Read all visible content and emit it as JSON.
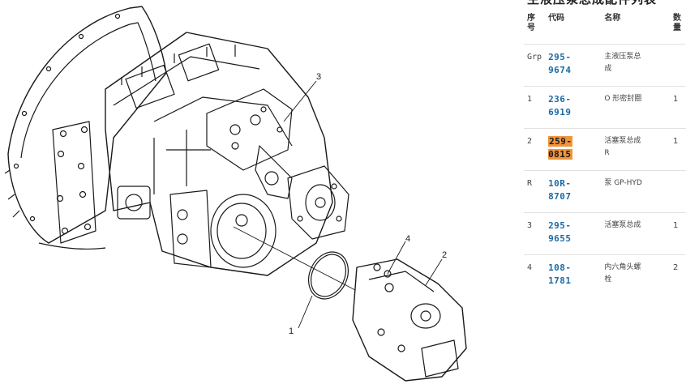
{
  "panel": {
    "title": "主液压泵总成配件列表"
  },
  "table": {
    "headers": {
      "seq": "序号",
      "code": "代码",
      "name": "名称",
      "qty": "数量"
    },
    "rows": [
      {
        "seq": "Grp",
        "code_a": "295-",
        "code_b": "9674",
        "name_a": "主液压泵总",
        "name_b": "成",
        "qty": "",
        "highlight": false
      },
      {
        "seq": "1",
        "code_a": "236-",
        "code_b": "6919",
        "name_a": "O 形密封圈",
        "name_b": "",
        "qty": "1",
        "highlight": false
      },
      {
        "seq": "2",
        "code_a": "259-",
        "code_b": "0815",
        "name_a": "活塞泵总成",
        "name_b": "R",
        "qty": "1",
        "highlight": true
      },
      {
        "seq": "R",
        "code_a": "10R-",
        "code_b": "8707",
        "name_a": "泵 GP-HYD",
        "name_b": "",
        "qty": "",
        "highlight": false
      },
      {
        "seq": "3",
        "code_a": "295-",
        "code_b": "9655",
        "name_a": "活塞泵总成",
        "name_b": "",
        "qty": "1",
        "highlight": false
      },
      {
        "seq": "4",
        "code_a": "108-",
        "code_b": "1781",
        "name_a": "内六角头螺",
        "name_b": "栓",
        "qty": "2",
        "highlight": false
      }
    ]
  },
  "diagram": {
    "callouts": [
      "1",
      "2",
      "3",
      "4"
    ],
    "highlight_color": "#f0933a",
    "link_color": "#1b6aa5"
  }
}
